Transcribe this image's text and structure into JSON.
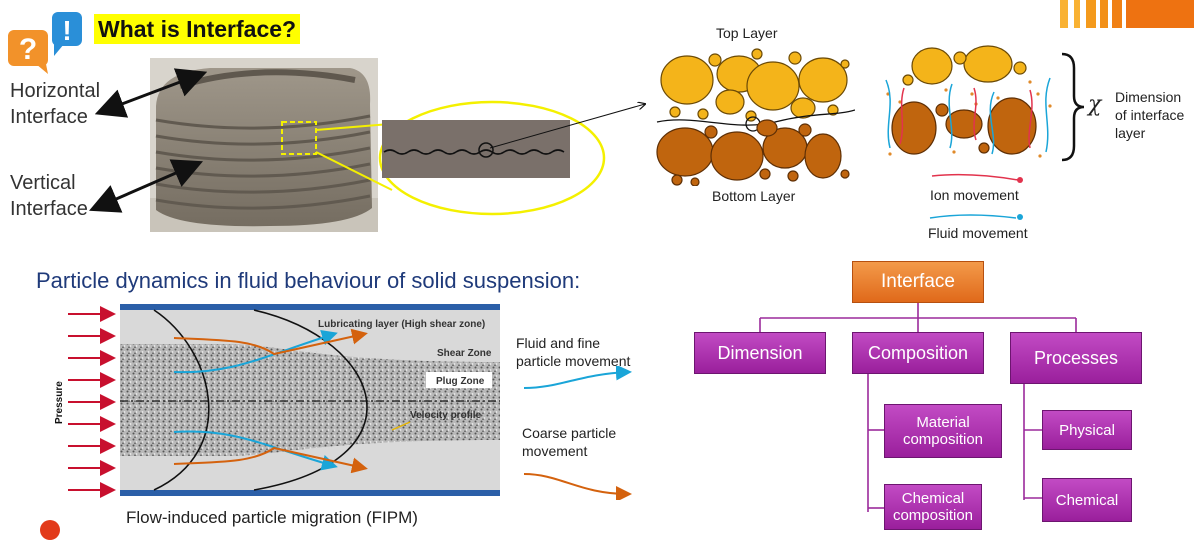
{
  "title": "What is Interface?",
  "labels": {
    "horizontal": [
      "Horizontal",
      "Interface"
    ],
    "vertical": [
      "Vertical",
      "Interface"
    ],
    "top_layer": "Top Layer",
    "bottom_layer": "Bottom Layer",
    "ion_movement": "Ion movement",
    "fluid_movement": "Fluid movement",
    "chi": "χ",
    "dimension_note": [
      "Dimension",
      "of interface",
      "layer"
    ]
  },
  "fipm": {
    "heading": "Particle dynamics in fluid behaviour of solid suspension:",
    "caption": "Flow-induced particle migration (FIPM)",
    "pressure": "Pressure",
    "lubricating": "Lubricating layer (High shear zone)",
    "shear_zone": "Shear Zone",
    "plug_zone": "Plug Zone",
    "velocity_profile": "Velocity profile",
    "legend_fluid": [
      "Fluid and fine",
      "particle movement"
    ],
    "legend_coarse": [
      "Coarse particle",
      "movement"
    ]
  },
  "tree": {
    "root": "Interface",
    "dimension": "Dimension",
    "composition": "Composition",
    "processes": "Processes",
    "material_composition": [
      "Material",
      "composition"
    ],
    "chemical_composition": [
      "Chemical",
      "composition"
    ],
    "physical": "Physical",
    "chemical": "Chemical"
  },
  "colors": {
    "highlight": "#ffff00",
    "orange_box": "#e97a2a",
    "purple_box": "#a8259f",
    "tree_line": "#9b2a9b",
    "fluid_arrow": "#1aa5d8",
    "coarse_arrow": "#d4620e",
    "ion_arrow": "#e2334d",
    "top_particles": "#f4b41a",
    "bottom_particles": "#c0650e",
    "deco_orange": "#f07d12"
  },
  "icons": [
    "question-bubble-icon",
    "exclamation-bubble-icon"
  ]
}
